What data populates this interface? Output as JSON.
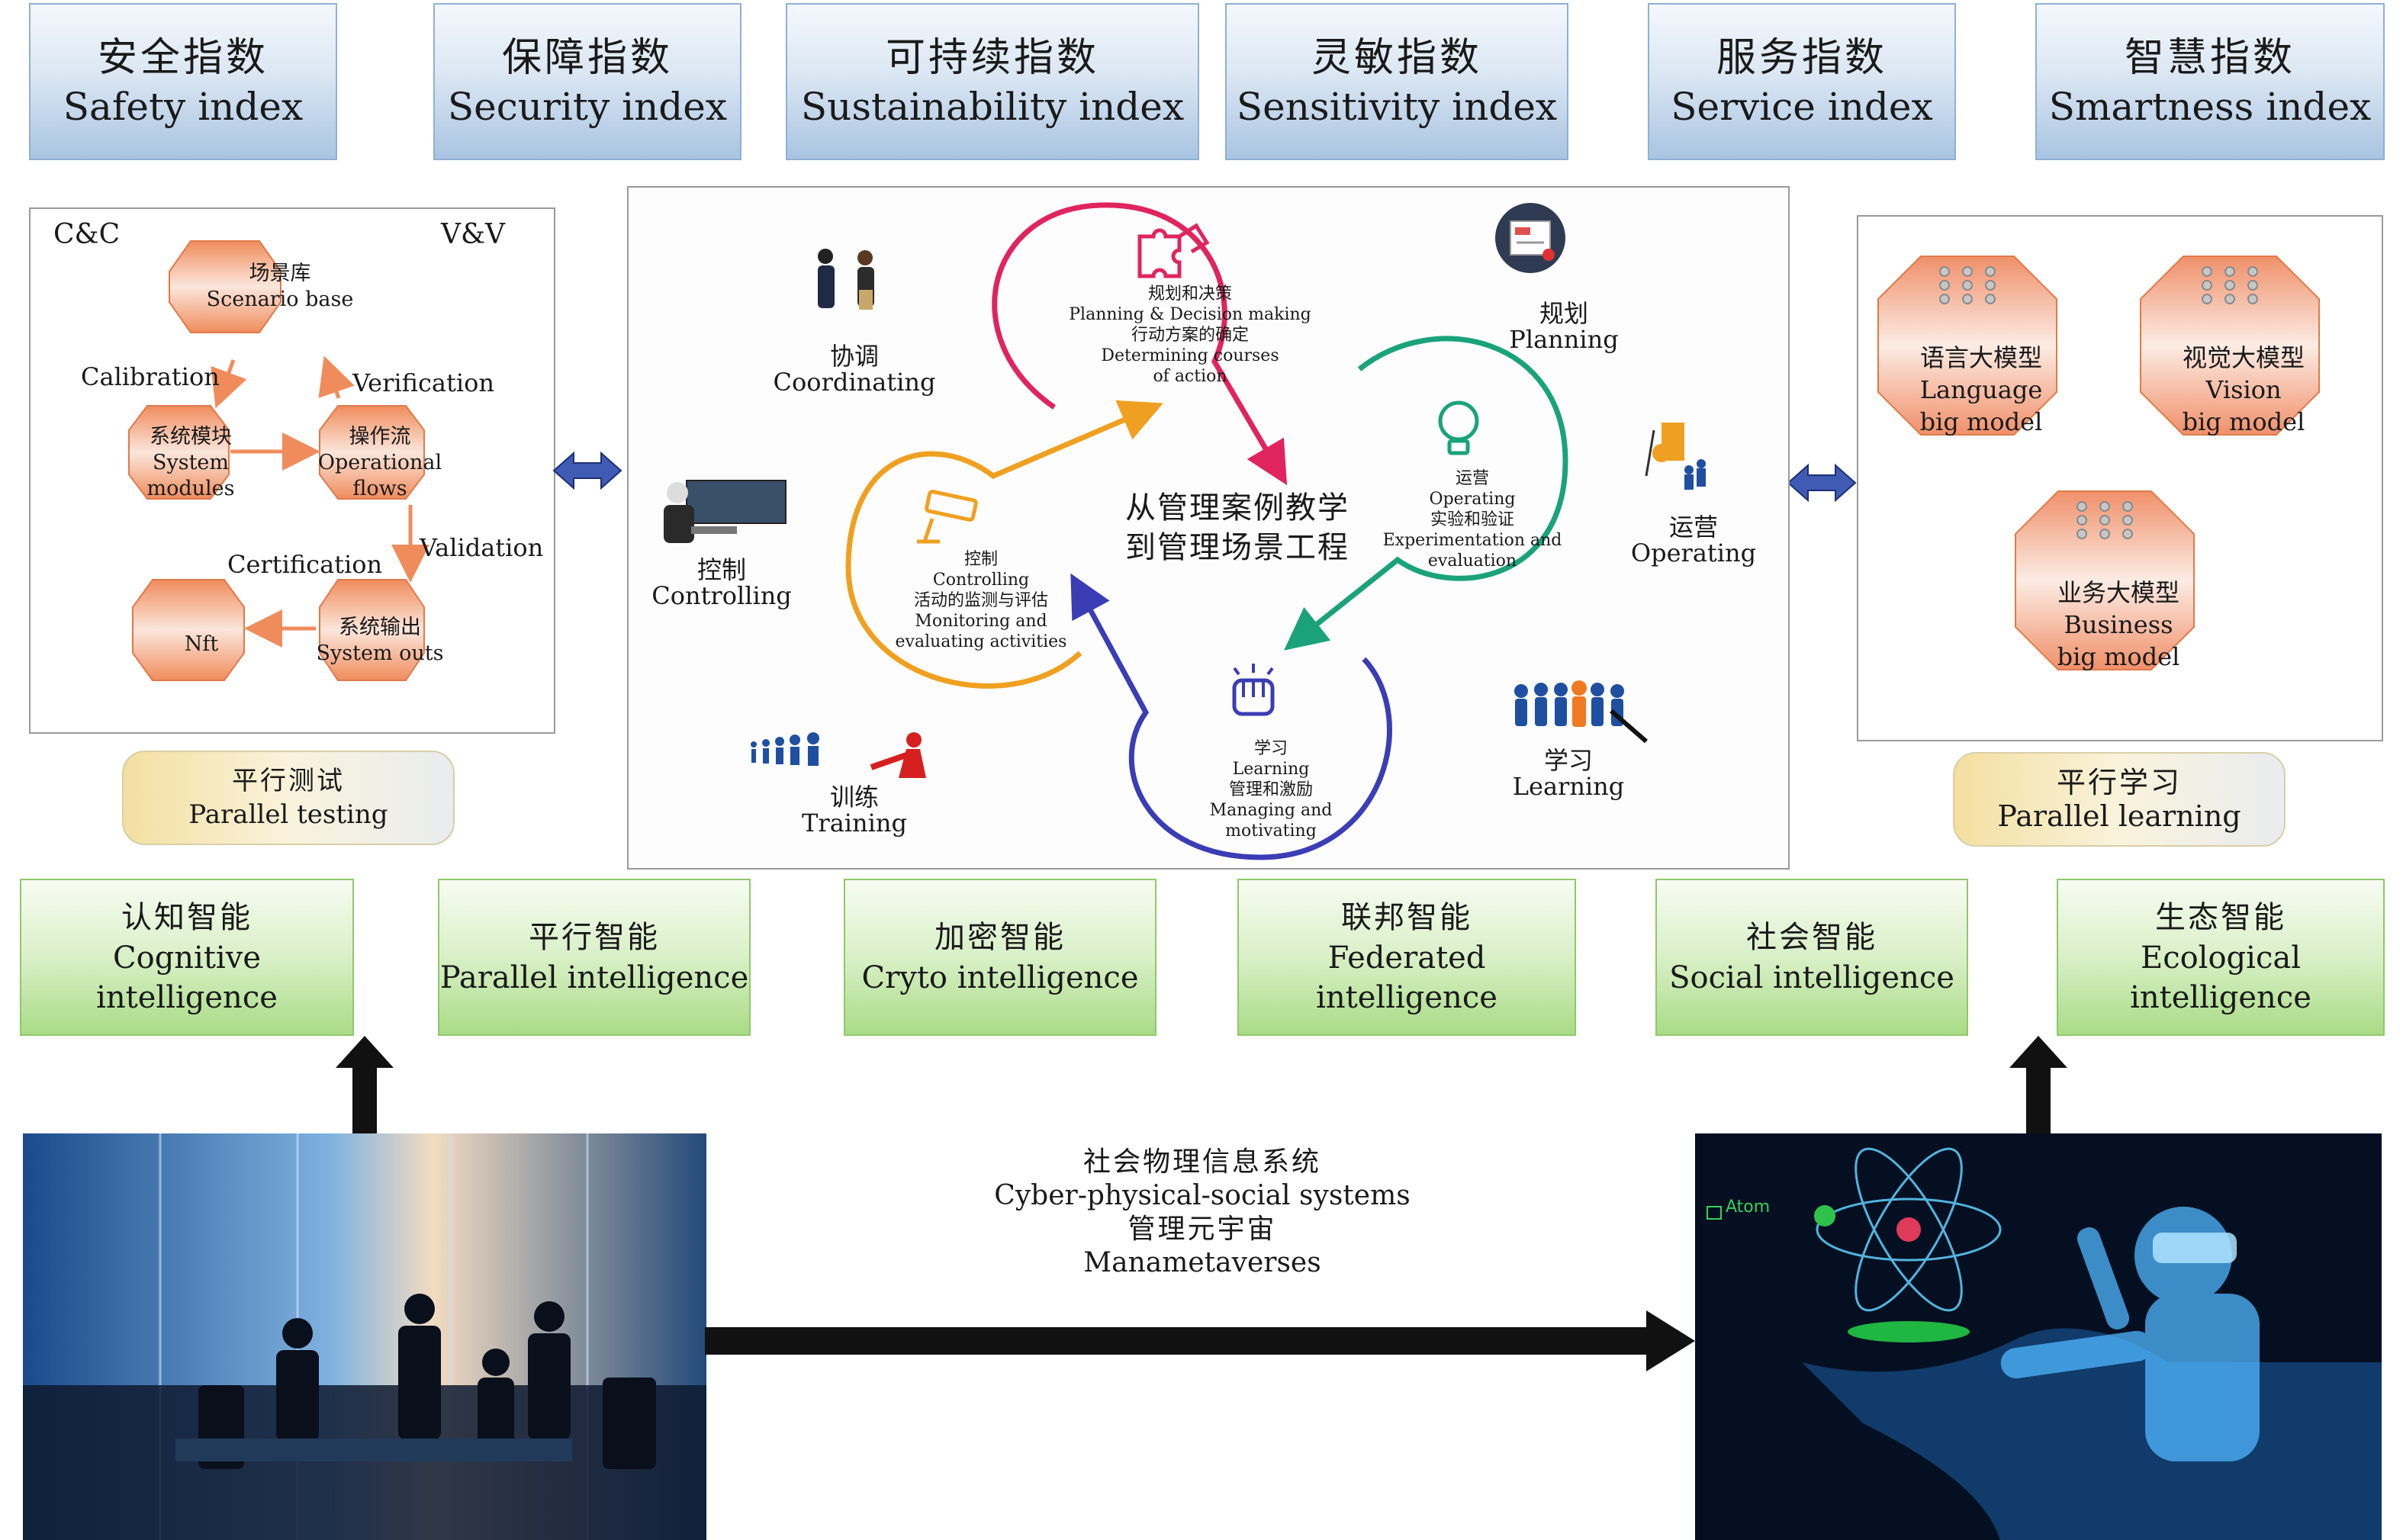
{
  "indices": [
    {
      "zh": "安全指数",
      "en": "Safety index"
    },
    {
      "zh": "保障指数",
      "en": "Security index"
    },
    {
      "zh": "可持续指数",
      "en": "Sustainability index"
    },
    {
      "zh": "灵敏指数",
      "en": "Sensitivity index"
    },
    {
      "zh": "服务指数",
      "en": "Service index"
    },
    {
      "zh": "智慧指数",
      "en": "Smartness index"
    }
  ],
  "testing_panel": {
    "corner_left": "C&C",
    "corner_right": "V&V",
    "scenario": {
      "zh": "场景库",
      "en": "Scenario base"
    },
    "modules": {
      "zh": "系统模块",
      "en1": "System",
      "en2": "modules"
    },
    "flows": {
      "zh": "操作流",
      "en1": "Operational",
      "en2": "flows"
    },
    "outs": {
      "zh": "系统输出",
      "en": "System outs"
    },
    "nft": "Nft",
    "calibration": "Calibration",
    "verification": "Verification",
    "validation": "Validation",
    "certification": "Certification"
  },
  "parallel_testing": {
    "zh": "平行测试",
    "en": "Parallel testing"
  },
  "parallel_learning": {
    "zh": "平行学习",
    "en": "Parallel learning"
  },
  "cycle": {
    "center_zh1": "从管理案例教学",
    "center_zh2": "到管理场景工程",
    "planning_node": {
      "zh1": "规划和决策",
      "en1": "Planning & Decision making",
      "zh2": "行动方案的确定",
      "en2": "Determining courses",
      "en3": "of action"
    },
    "operating_node": {
      "zh1": "运营",
      "en1": "Operating",
      "zh2": "实验和验证",
      "en2": "Experimentation and",
      "en3": "evaluation"
    },
    "learning_node": {
      "zh1": "学习",
      "en1": "Learning",
      "zh2": "管理和激励",
      "en2": "Managing and",
      "en3": "motivating"
    },
    "controlling_node": {
      "zh1": "控制",
      "en1": "Controlling",
      "zh2": "活动的监测与评估",
      "en2": "Monitoring and",
      "en3": "evaluating activities"
    },
    "coordinating": {
      "zh": "协调",
      "en": "Coordinating"
    },
    "planning": {
      "zh": "规划",
      "en": "Planning"
    },
    "operating": {
      "zh": "运营",
      "en": "Operating"
    },
    "controlling": {
      "zh": "控制",
      "en": "Controlling"
    },
    "training": {
      "zh": "训练",
      "en": "Training"
    },
    "learning": {
      "zh": "学习",
      "en": "Learning"
    },
    "colors": {
      "planning": "#e0245e",
      "operating": "#1aa37a",
      "learning": "#3b3db5",
      "controlling": "#f0a020"
    }
  },
  "models": [
    {
      "zh": "语言大模型",
      "en1": "Language",
      "en2": "big model"
    },
    {
      "zh": "视觉大模型",
      "en1": "Vision",
      "en2": "big model"
    },
    {
      "zh": "业务大模型",
      "en1": "Business",
      "en2": "big model"
    }
  ],
  "intelligences": [
    {
      "zh": "认知智能",
      "en": "Cognitive intelligence"
    },
    {
      "zh": "平行智能",
      "en": "Parallel intelligence"
    },
    {
      "zh": "加密智能",
      "en": "Cryto intelligence"
    },
    {
      "zh": "联邦智能",
      "en": "Federated intelligence"
    },
    {
      "zh": "社会智能",
      "en": "Social intelligence"
    },
    {
      "zh": "生态智能",
      "en": "Ecological intelligence"
    }
  ],
  "bottom": {
    "zh1": "社会物理信息系统",
    "en1": "Cyber-physical-social systems",
    "zh2": "管理元宇宙",
    "en2": "Manametaverses",
    "atom_label": "Atom"
  }
}
